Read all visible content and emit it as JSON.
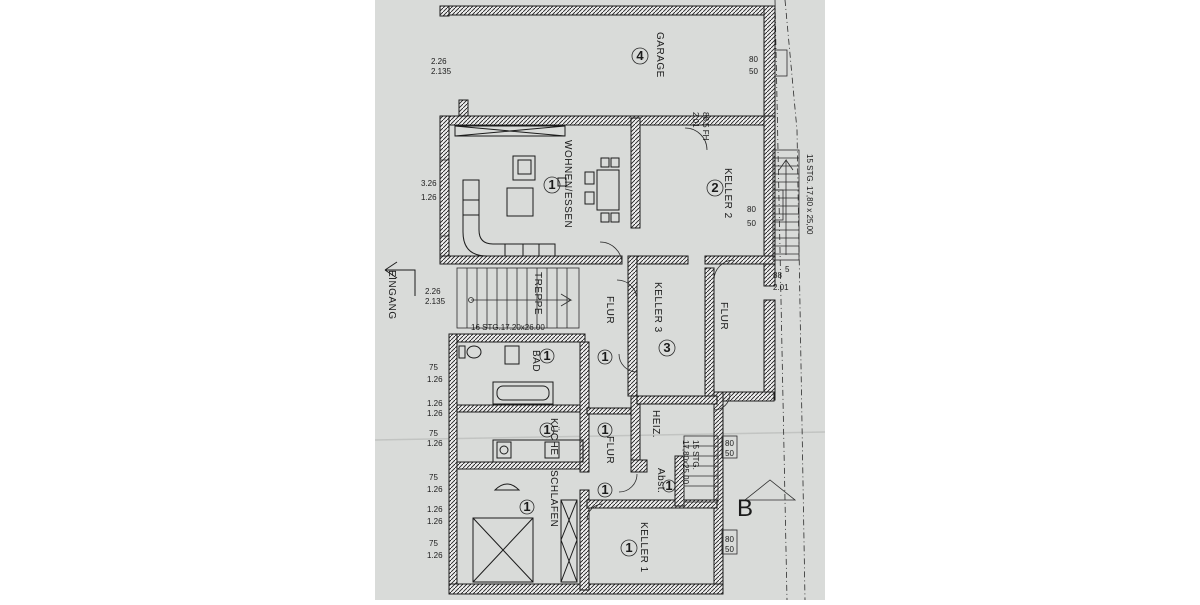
{
  "rooms": {
    "garage": "GARAGE",
    "wohnen": "WOHNEN/ESSEN",
    "keller2": "KELLER 2",
    "keller3": "KELLER 3",
    "keller1": "KELLER 1",
    "flur": "FLUR",
    "treppe": "TREPPE",
    "bad": "BAD",
    "kueche": "KÜCHE",
    "schlafen": "SCHLAFEN",
    "heiz": "HEIZ.",
    "abst": "Abst."
  },
  "numbers": {
    "one": "1",
    "two": "2",
    "three": "3",
    "four": "4"
  },
  "dims": {
    "d226": "2.26",
    "d2135": "2.135",
    "d326": "3.26",
    "d126": "1.26",
    "d75": "75",
    "d80": "80",
    "d50": "50",
    "d88": "88",
    "d201": "2.01",
    "d88fh": "88.5 FH",
    "d5": "5"
  },
  "stairs": {
    "treppe": "16 STG.17.20x26.00",
    "outer": "15 STG. 17,80 x 25,00",
    "inner_a": "15 STG.",
    "inner_b": "17,80x25,00"
  },
  "labels": {
    "eingang": "EINGANG",
    "b": "B"
  }
}
